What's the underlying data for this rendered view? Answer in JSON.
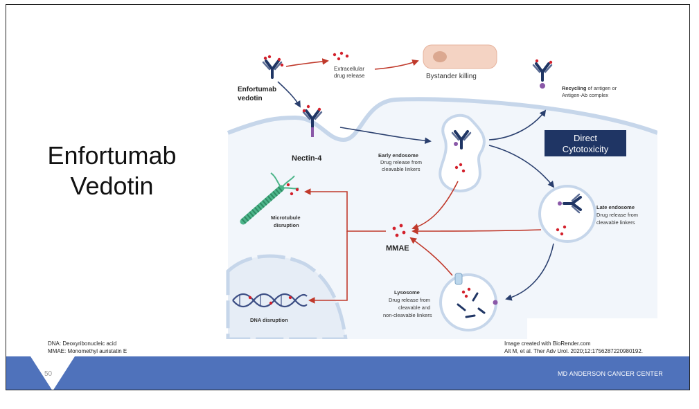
{
  "slide": {
    "title_line1": "Enfortumab",
    "title_line2": "Vedotin",
    "page_number": "50",
    "brand": "MD ANDERSON CANCER CENTER",
    "footnotes": [
      "DNA: Deoxyribonucleic acid",
      "MMAE: Monomethyl auristatin E"
    ],
    "credits": [
      "Image created with BioRender.com",
      "Alt M, et al. Ther Adv Urol. 2020;12:1756287220980192."
    ]
  },
  "diagram": {
    "drug_label_1": "Enfortumab",
    "drug_label_2": "vedotin",
    "extracellular_1": "Extracellular",
    "extracellular_2": "drug release",
    "bystander": "Bystander killing",
    "recycling_bold": "Recycling",
    "recycling_rest": " of antigen or",
    "recycling_2": "Antigen-Ab complex",
    "nectin": "Nectin-4",
    "early_title": "Early endosome",
    "early_1": "Drug release from",
    "early_2": "cleavable linkers",
    "direct_1": "Direct",
    "direct_2": "Cytotoxicity",
    "late_title": "Late endosome",
    "late_1": "Drug release from",
    "late_2": "cleavable linkers",
    "microtubule_1": "Microtubule",
    "microtubule_2": "disruption",
    "mmae": "MMAE",
    "lysosome_title": "Lysosome",
    "lysosome_1": "Drug release from",
    "lysosome_2": "cleavable and",
    "lysosome_3": "non-cleavable linkers",
    "dna": "DNA disruption"
  },
  "colors": {
    "footer_bar": "#4f72bb",
    "box_navy": "#1f3564",
    "arrow_navy": "#2a3f6e",
    "arrow_red": "#c0392b",
    "membrane": "#c6d6ea",
    "cell_fill": "#f2f6fb",
    "dot_red": "#d3212c"
  }
}
